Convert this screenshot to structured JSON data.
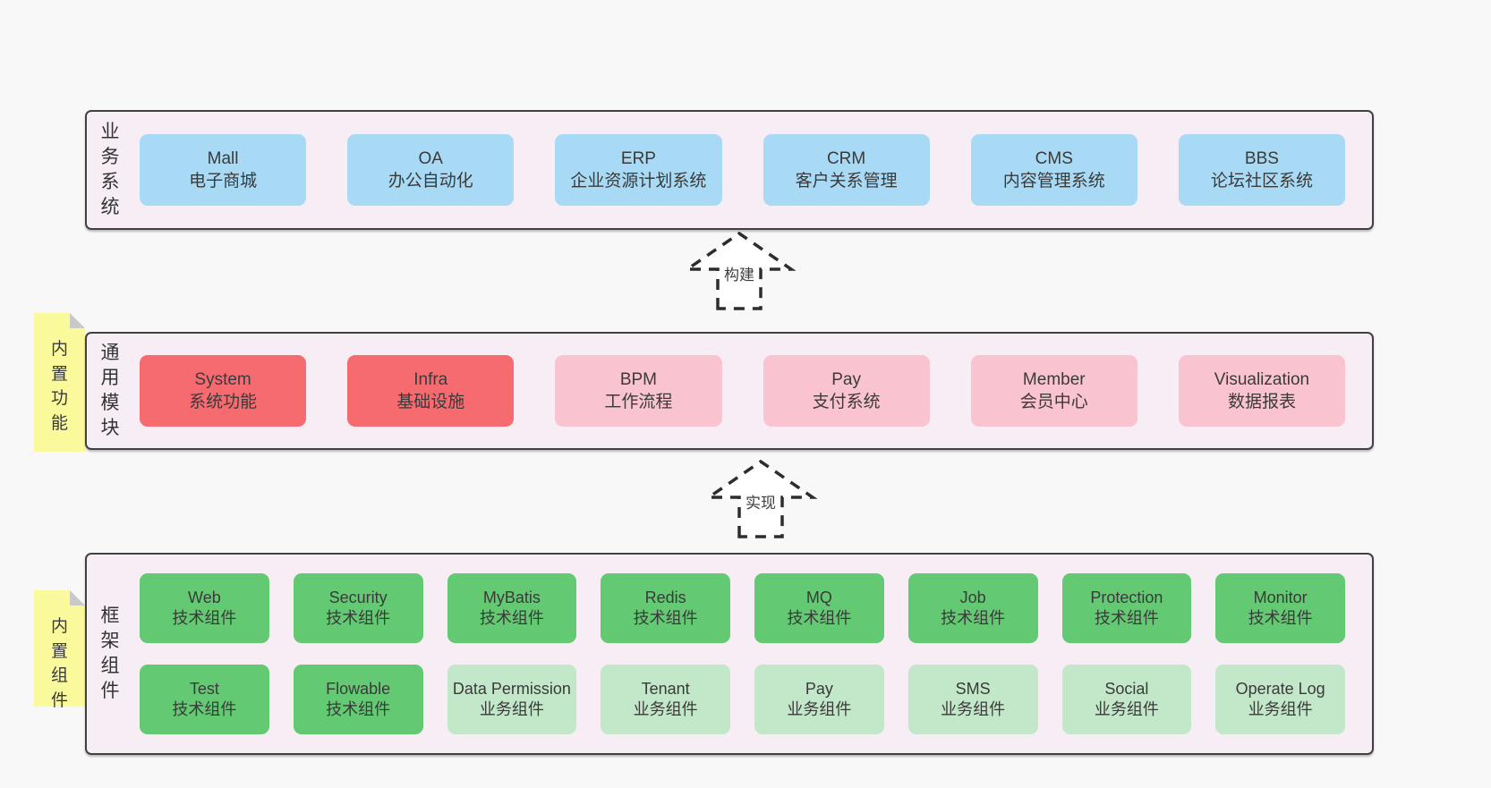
{
  "sections": {
    "business": {
      "side_label": "业务系统",
      "boxes": [
        {
          "title": "Mall",
          "subtitle": "电子商城"
        },
        {
          "title": "OA",
          "subtitle": "办公自动化"
        },
        {
          "title": "ERP",
          "subtitle": "企业资源计划系统"
        },
        {
          "title": "CRM",
          "subtitle": "客户关系管理"
        },
        {
          "title": "CMS",
          "subtitle": "内容管理系统"
        },
        {
          "title": "BBS",
          "subtitle": "论坛社区系统"
        }
      ]
    },
    "modules": {
      "side_label": "通用模块",
      "note_label": "内置功能",
      "boxes": [
        {
          "title": "System",
          "subtitle": "系统功能"
        },
        {
          "title": "Infra",
          "subtitle": "基础设施"
        },
        {
          "title": "BPM",
          "subtitle": "工作流程"
        },
        {
          "title": "Pay",
          "subtitle": "支付系统"
        },
        {
          "title": "Member",
          "subtitle": "会员中心"
        },
        {
          "title": "Visualization",
          "subtitle": "数据报表"
        }
      ]
    },
    "components": {
      "side_label": "框架组件",
      "note_label": "内置组件",
      "row1": [
        {
          "title": "Web",
          "subtitle": "技术组件"
        },
        {
          "title": "Security",
          "subtitle": "技术组件"
        },
        {
          "title": "MyBatis",
          "subtitle": "技术组件"
        },
        {
          "title": "Redis",
          "subtitle": "技术组件"
        },
        {
          "title": "MQ",
          "subtitle": "技术组件"
        },
        {
          "title": "Job",
          "subtitle": "技术组件"
        },
        {
          "title": "Protection",
          "subtitle": "技术组件"
        },
        {
          "title": "Monitor",
          "subtitle": "技术组件"
        }
      ],
      "row2": [
        {
          "title": "Test",
          "subtitle": "技术组件"
        },
        {
          "title": "Flowable",
          "subtitle": "技术组件"
        },
        {
          "title": "Data Permission",
          "subtitle": "业务组件"
        },
        {
          "title": "Tenant",
          "subtitle": "业务组件"
        },
        {
          "title": "Pay",
          "subtitle": "业务组件"
        },
        {
          "title": "SMS",
          "subtitle": "业务组件"
        },
        {
          "title": "Social",
          "subtitle": "业务组件"
        },
        {
          "title": "Operate Log",
          "subtitle": "业务组件"
        }
      ]
    }
  },
  "arrows": {
    "build": "构建",
    "implement": "实现"
  },
  "colors": {
    "page_bg": "#f8f8f8",
    "section_bg": "#f7edf5",
    "section_border": "#414141",
    "blue_box": "#a9daf5",
    "red_box": "#f56b70",
    "pink_box": "#f9c4cf",
    "green_box": "#63c972",
    "light_green_box": "#c2e8c9",
    "note_yellow": "#fafa9d"
  }
}
